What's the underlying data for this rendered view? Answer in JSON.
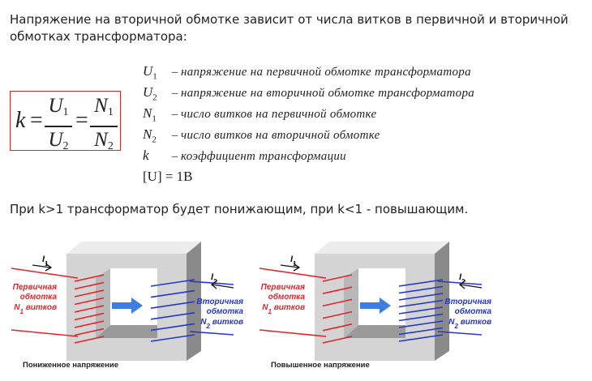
{
  "intro": "Напряжение на вторичной обмотке зависит от числа витков в первичной и вторичной обмотках трансформатора:",
  "formula": {
    "k": "k",
    "eq": "=",
    "u_base": "U",
    "n_base": "N",
    "sub1": "1",
    "sub2": "2"
  },
  "legend": [
    {
      "sym": "U",
      "sub": "1",
      "dash": "–",
      "desc": "напряжение на первичной обмотке трансформатора"
    },
    {
      "sym": "U",
      "sub": "2",
      "dash": "–",
      "desc": "напряжение на вторичной обмотке трансформатора"
    },
    {
      "sym": "N",
      "sub": "1",
      "dash": "–",
      "desc": "число витков на первичной обмотке"
    },
    {
      "sym": "N",
      "sub": "2",
      "dash": "–",
      "desc": "число витков на вторичной обмотке"
    },
    {
      "sym": "k",
      "sub": "",
      "dash": "–",
      "desc": "коэффициент трансформации"
    }
  ],
  "unit_line": "[U] = 1В",
  "note": "При k>1 трансформатор будет понижающим, при k<1 - повышающим.",
  "diagrams": [
    {
      "caption": "Пониженное напряжение",
      "primary_label": [
        "Первичная",
        "обмотка"
      ],
      "primary_turns": "N",
      "primary_turns_sub": "1",
      "primary_turns_word": "витков",
      "secondary_label": [
        "Вторичная",
        "обмотка"
      ],
      "secondary_turns": "N",
      "secondary_turns_sub": "2",
      "secondary_turns_word": "витков",
      "current_in": "I",
      "current_in_sub": "1",
      "current_out": "I",
      "current_out_sub": "2",
      "primary_coils": 9,
      "secondary_coils": 6
    },
    {
      "caption": "Повышенное напряжение",
      "primary_label": [
        "Первичная",
        "обмотка"
      ],
      "primary_turns": "N",
      "primary_turns_sub": "1",
      "primary_turns_word": "витков",
      "secondary_label": [
        "Вторичная",
        "обмотка"
      ],
      "secondary_turns": "N",
      "secondary_turns_sub": "2",
      "secondary_turns_word": "витков",
      "current_in": "I",
      "current_in_sub": "1",
      "current_out": "I",
      "current_out_sub": "2",
      "primary_coils": 6,
      "secondary_coils": 9
    }
  ],
  "colors": {
    "primary": "#e0262c",
    "secondary": "#2538c8",
    "core_light": "#d4d4d4",
    "core_dark": "#9a9a9a",
    "arrow": "#3f7ee0",
    "formula_border": "#cc2b22"
  }
}
